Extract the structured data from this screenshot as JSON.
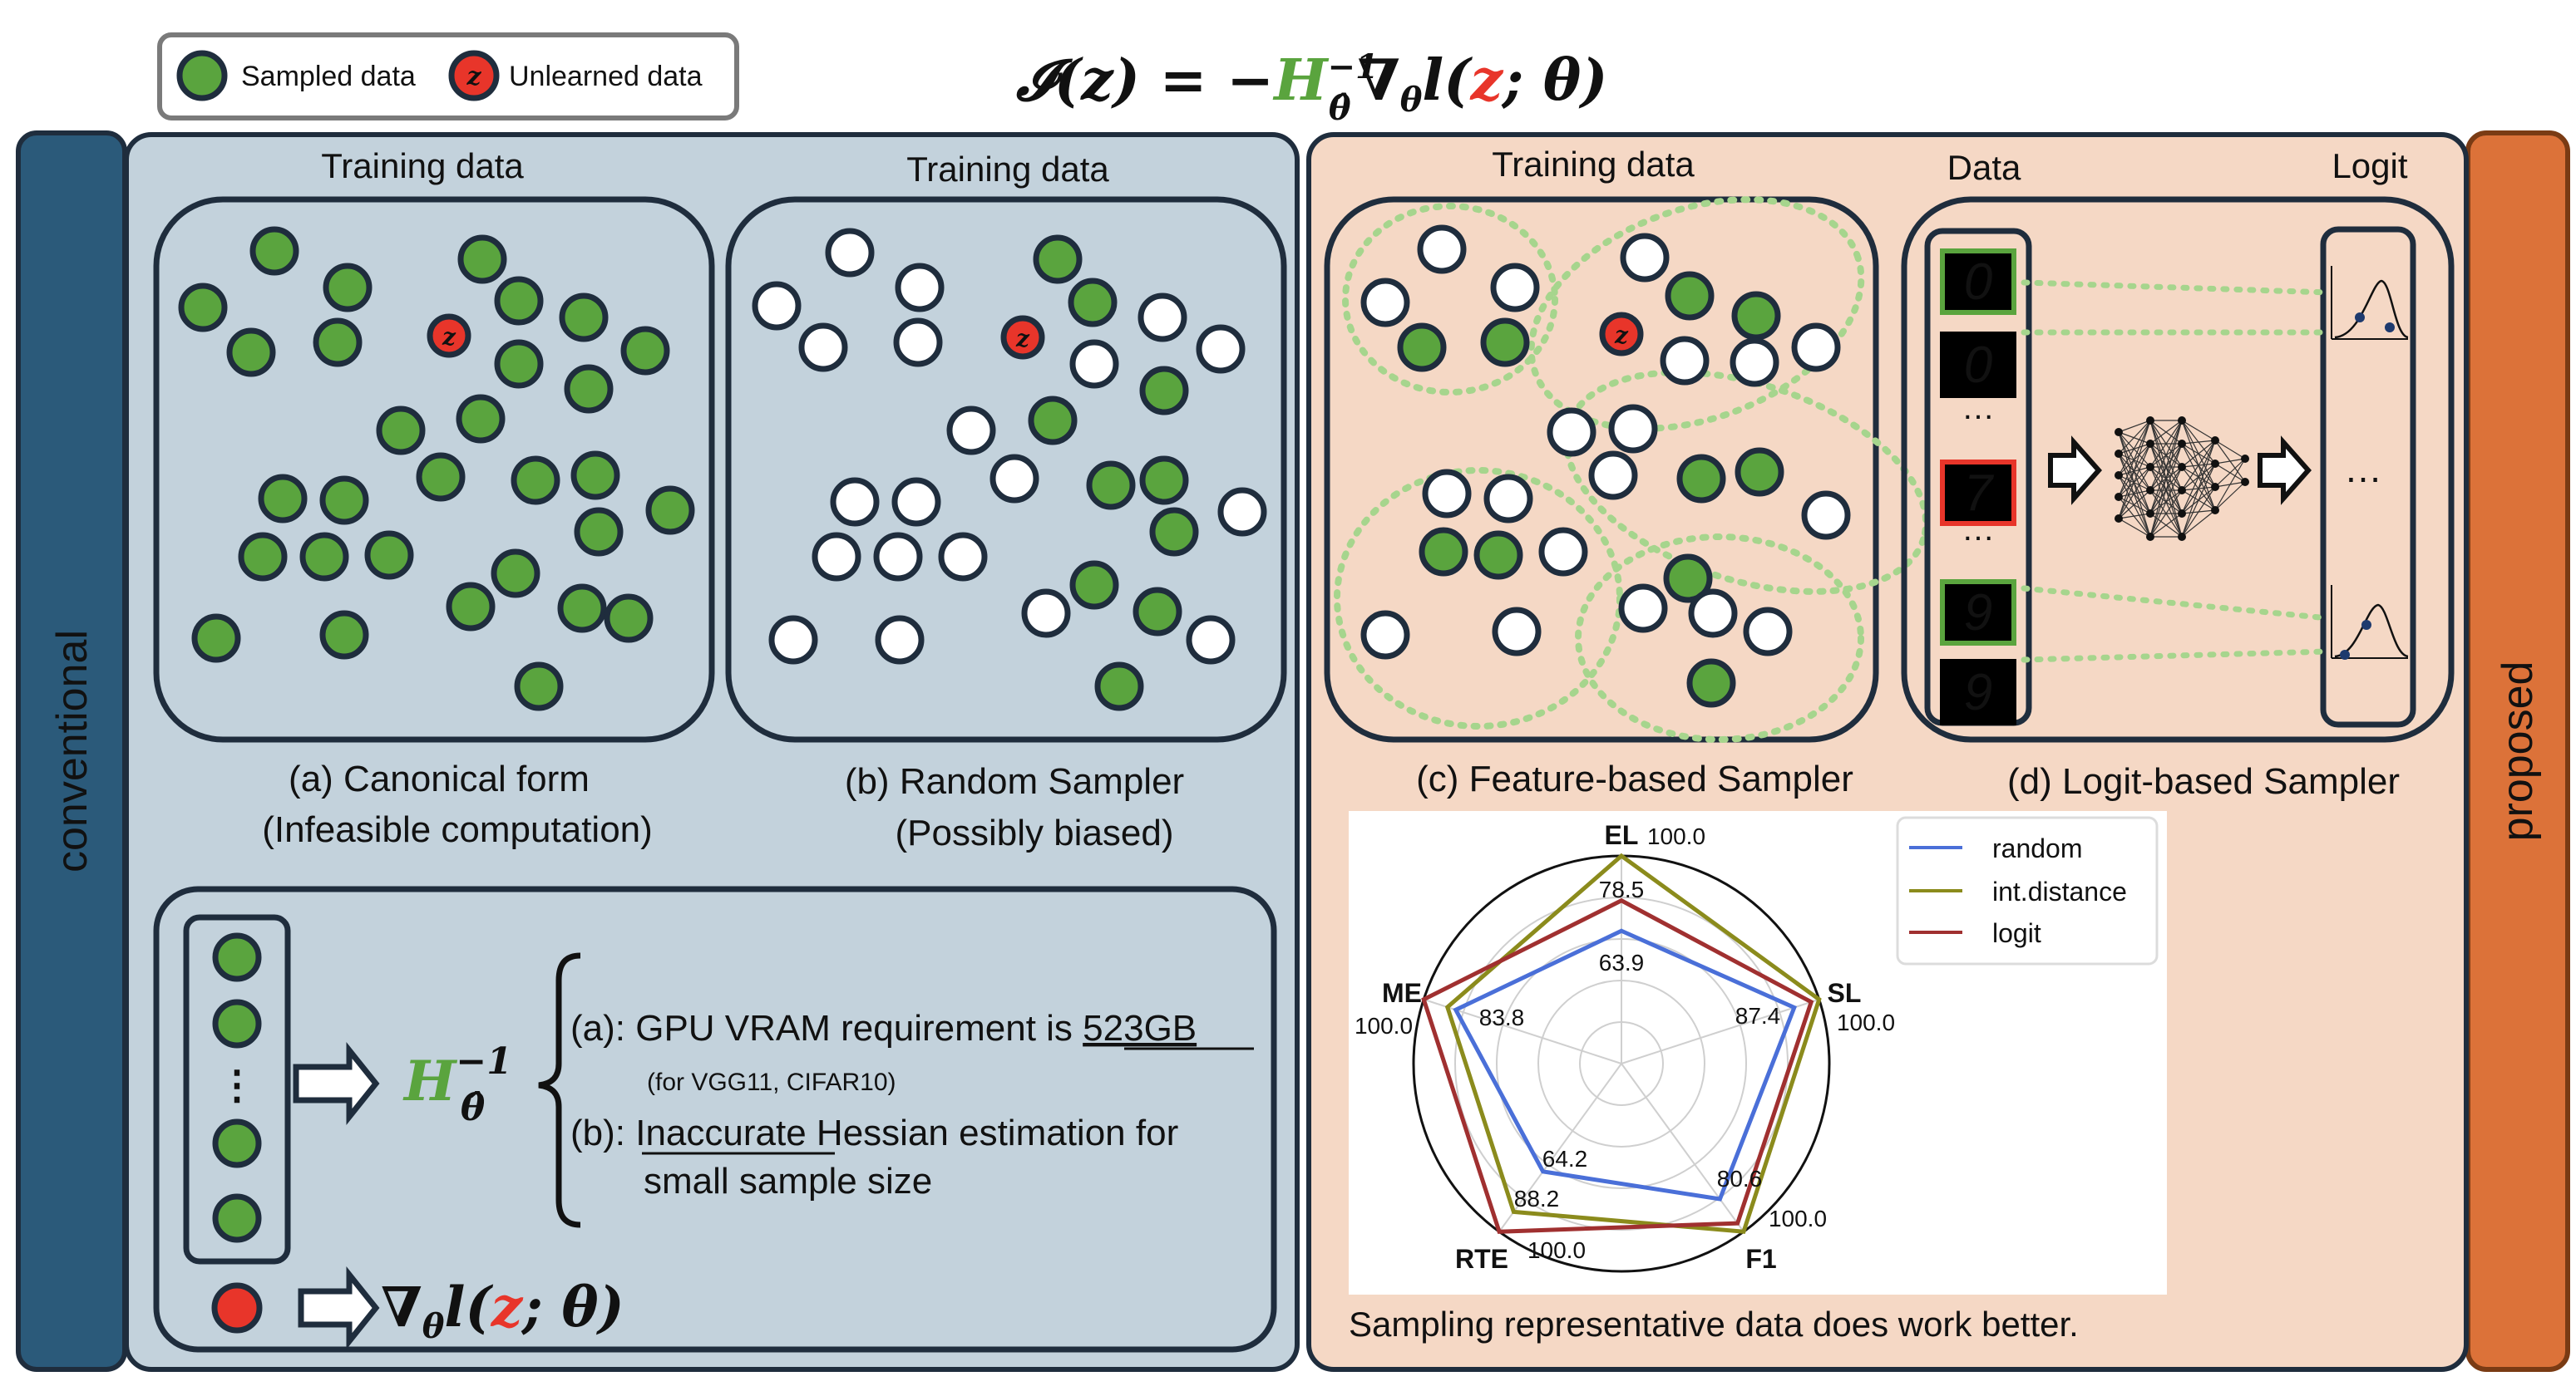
{
  "legend": {
    "sampled_label": "Sampled data",
    "unlearned_label": "Unlearned data",
    "z_glyph": "z"
  },
  "formula": {
    "lhs": "𝓘(z) = −",
    "H": "H",
    "sub": "θ̂",
    "sup": "−1",
    "grad": "∇",
    "grad_sub": "θ",
    "l": "l(",
    "z": "z",
    "rest": "; θ)"
  },
  "side": {
    "left": "conventional",
    "right": "proposed"
  },
  "panels": {
    "a": {
      "header": "Training data",
      "caption": "(a) Canonical form",
      "note": "(Infeasible computation)"
    },
    "b": {
      "header": "Training data",
      "caption": "(b) Random Sampler",
      "note": "(Possibly biased)"
    },
    "c": {
      "header": "Training data",
      "caption": "(c) Feature-based Sampler"
    },
    "d": {
      "header_data": "Data",
      "header_logit": "Logit",
      "caption": "(d) Logit-based Sampler",
      "ellipsis": "…",
      "digits": [
        "0",
        "0",
        "7",
        "9",
        "9"
      ]
    }
  },
  "hessian_box": {
    "vdots": "⋮",
    "H": "H",
    "sub": "θ̂",
    "sup": "−1",
    "line_a_pre": "(a): GPU VRAM requirement is ",
    "line_a_u": "523GB",
    "line_a_small": "(for VGG11, CIFAR10)",
    "line_b_pre": "(b): ",
    "line_b_u": "Inaccurate",
    "line_b_post": " Hessian estimation for",
    "line_b2": "small sample size",
    "grad": "∇",
    "grad_sub": "θ",
    "l": "l(",
    "z": "z",
    "rest": "; θ)"
  },
  "footer": "Sampling representative data does work better.",
  "colors": {
    "green": "#5aa43e",
    "red": "#e8352a",
    "navy": "#1f2d3d",
    "blue_panel": "#c3d2dc",
    "orange_panel": "#f5d8c5",
    "dark_blue": "#2b5a7a",
    "orange": "#dc7239",
    "note_red": "#e0362c"
  },
  "chart_data": {
    "type": "radar",
    "axes": [
      "EL",
      "SL",
      "F1",
      "RTE",
      "ME"
    ],
    "series": [
      {
        "name": "random",
        "color": "#4a6fd8",
        "values": [
          63.9,
          87.4,
          80.6,
          64.2,
          83.8
        ]
      },
      {
        "name": "int.distance",
        "color": "#8b8b1c",
        "values": [
          100.0,
          100.0,
          100.0,
          88.2,
          88.0
        ]
      },
      {
        "name": "logit",
        "color": "#a03030",
        "values": [
          78.5,
          96.0,
          95.0,
          100.0,
          100.0
        ]
      }
    ],
    "labels": [
      {
        "text": "100.0",
        "color": "#8b8b1c"
      },
      {
        "text": "78.5",
        "color": "#a03030"
      },
      {
        "text": "63.9",
        "color": "#4a6fd8"
      },
      {
        "text": "87.4",
        "color": "#4a6fd8"
      },
      {
        "text": "100.0",
        "color": "#8b8b1c"
      },
      {
        "text": "80.6",
        "color": "#4a6fd8"
      },
      {
        "text": "100.0",
        "color": "#8b8b1c"
      },
      {
        "text": "64.2",
        "color": "#4a6fd8"
      },
      {
        "text": "88.2",
        "color": "#8b8b1c"
      },
      {
        "text": "100.0",
        "color": "#a03030"
      },
      {
        "text": "83.8",
        "color": "#4a6fd8"
      },
      {
        "text": "100.0",
        "color": "#a03030"
      }
    ],
    "rmax": 100,
    "grid": true,
    "legend_position": "top-right"
  }
}
